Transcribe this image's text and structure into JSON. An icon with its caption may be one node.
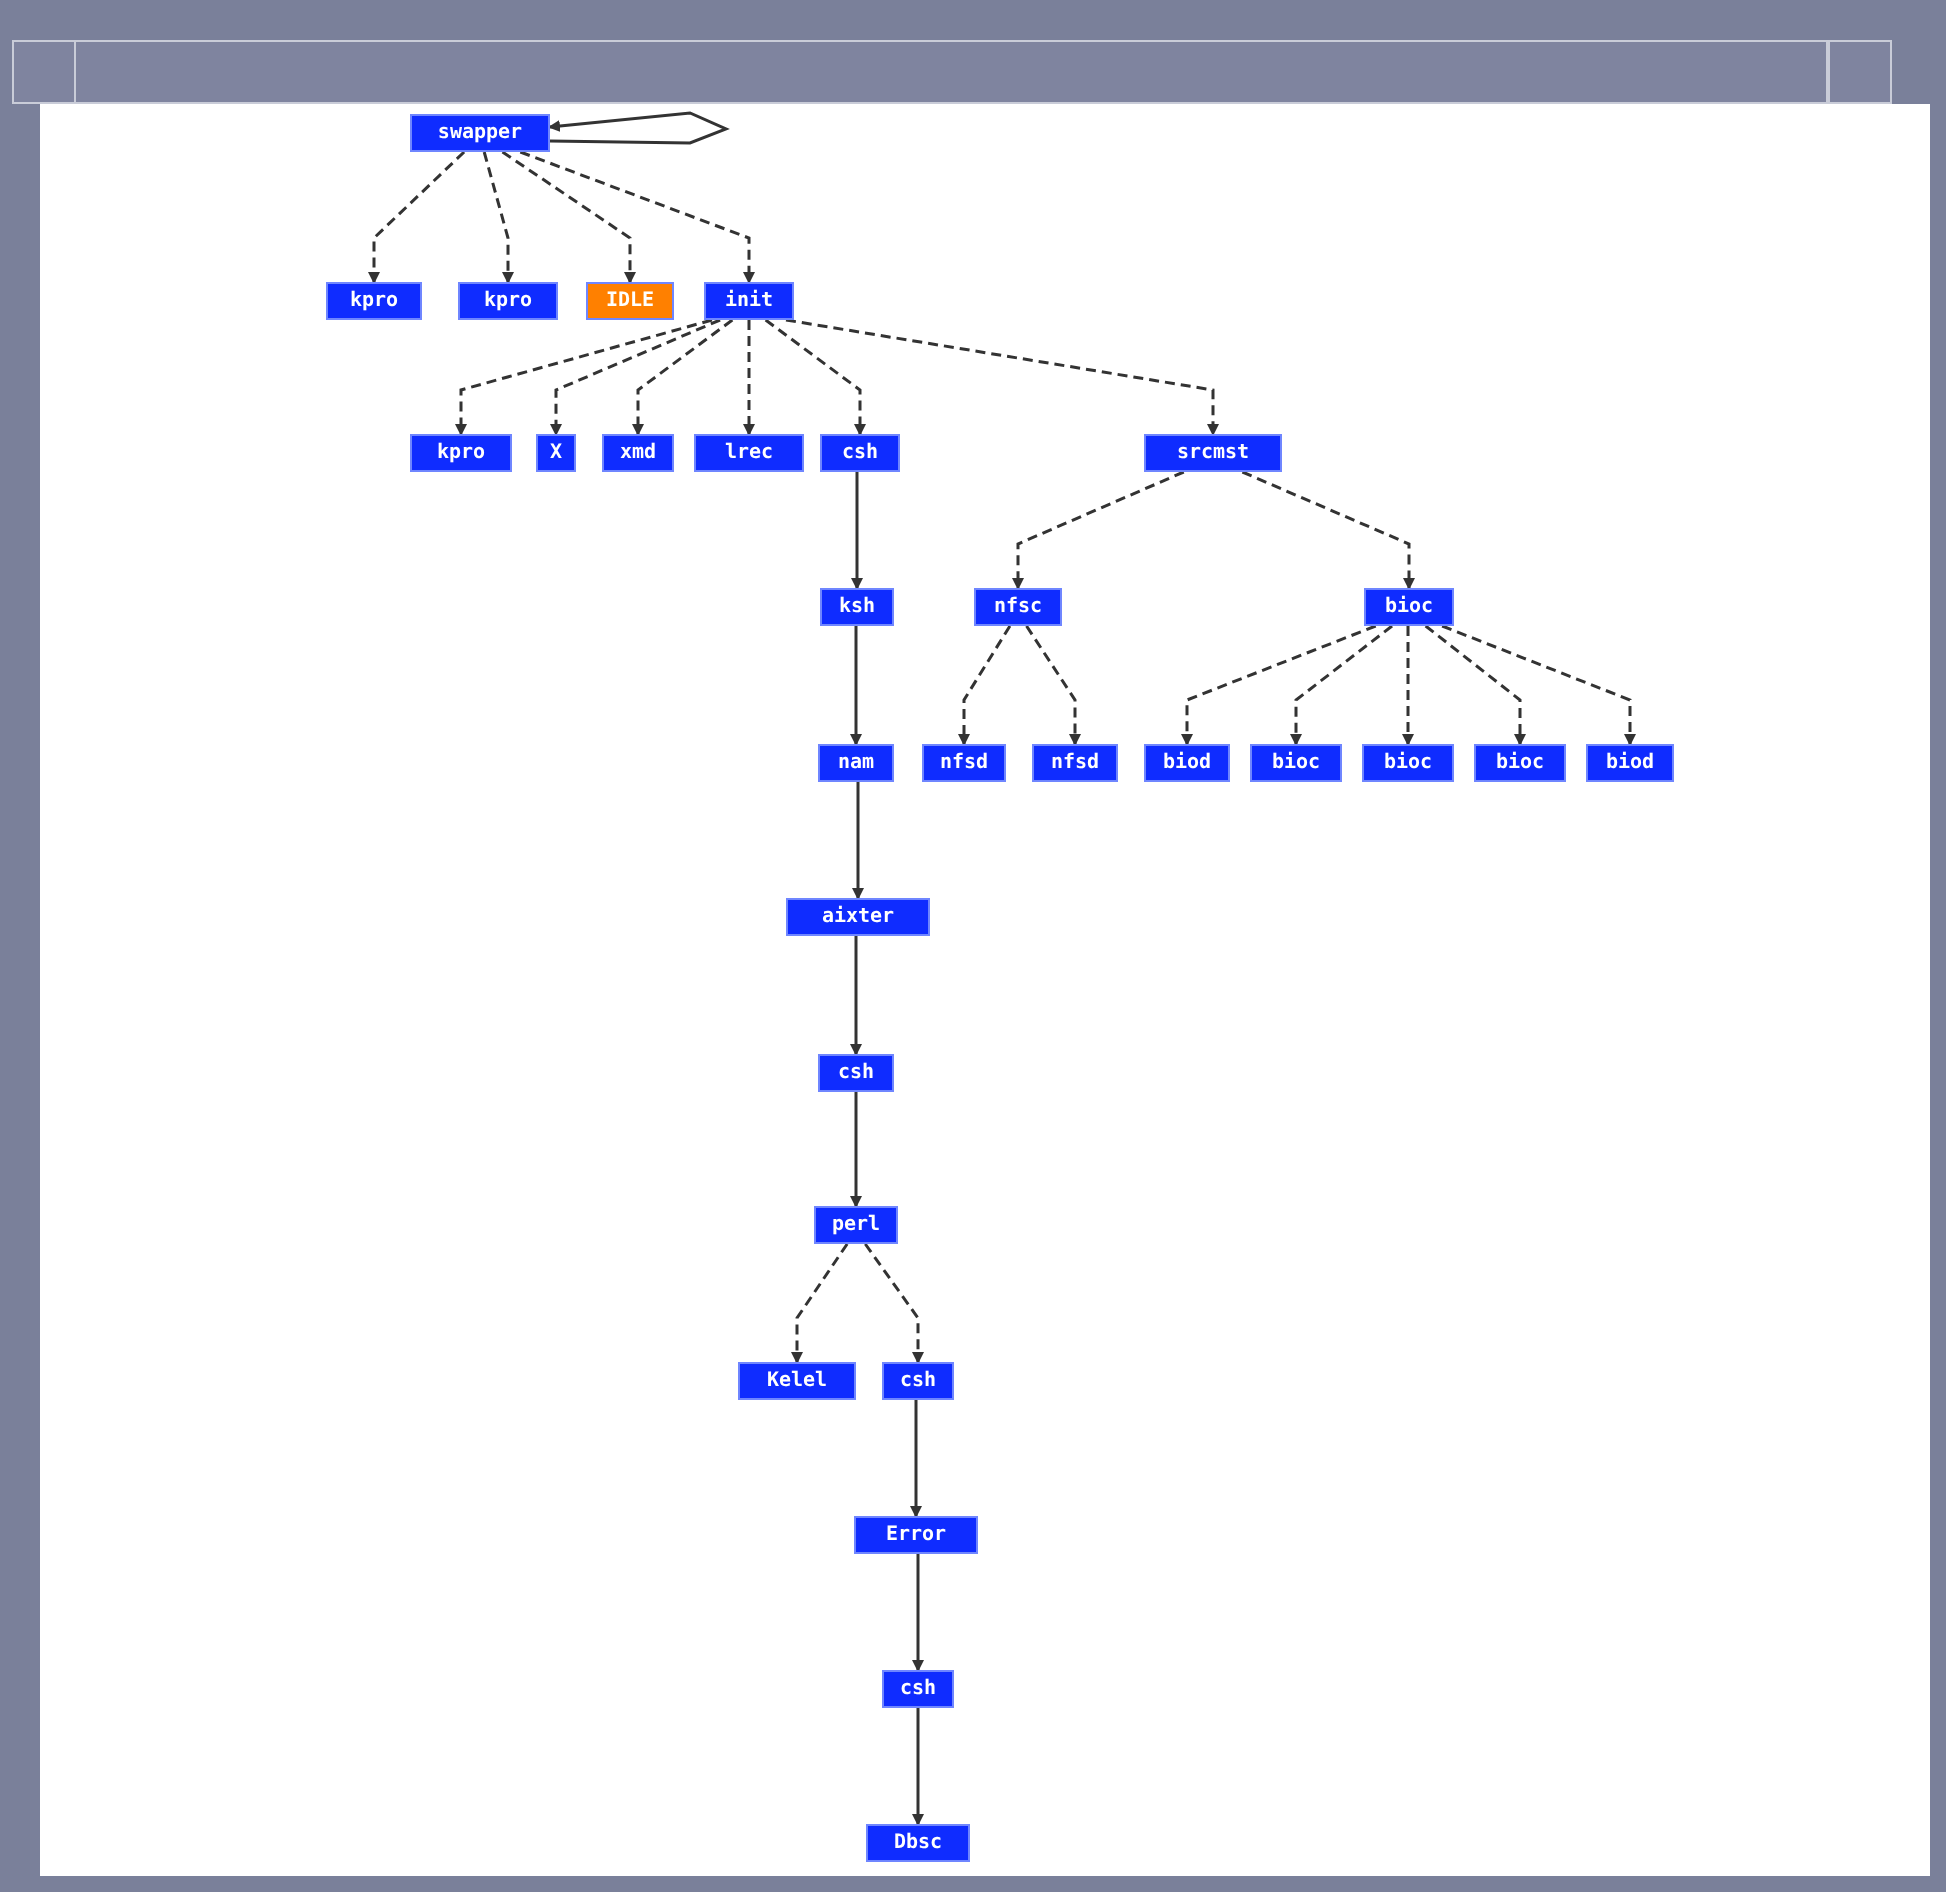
{
  "diagram": {
    "nodes": [
      {
        "text": [
          "swapper"
        ]
      },
      {
        "text": [
          "kpro"
        ]
      },
      {
        "text": [
          "kpro"
        ]
      },
      {
        "text": [
          "IDLE"
        ]
      },
      {
        "text": [
          "init"
        ]
      },
      {
        "text": [
          "kpro"
        ]
      },
      {
        "text": [
          "X"
        ]
      },
      {
        "text": [
          "xmd"
        ]
      },
      {
        "text": [
          "lrec"
        ]
      },
      {
        "text": [
          "csh"
        ]
      },
      {
        "text": [
          "srcmst"
        ]
      },
      {
        "text": [
          "ksh"
        ]
      },
      {
        "text": [
          "nfsc"
        ]
      },
      {
        "text": [
          "bioc"
        ]
      },
      {
        "text": [
          "nam"
        ]
      },
      {
        "text": [
          "nfsd"
        ]
      },
      {
        "text": [
          "nfsd"
        ]
      },
      {
        "text": [
          "biod"
        ]
      },
      {
        "text": [
          "bioc"
        ]
      },
      {
        "text": [
          "bioc"
        ]
      },
      {
        "text": [
          "bioc"
        ]
      },
      {
        "text": [
          "biod"
        ]
      },
      {
        "text": [
          "aixter"
        ]
      },
      {
        "text": [
          "csh"
        ]
      },
      {
        "text": [
          "perl"
        ]
      },
      {
        "text": [
          "Kelel"
        ]
      },
      {
        "text": [
          "csh"
        ]
      },
      {
        "text": [
          "Error"
        ]
      },
      {
        "text": [
          "csh"
        ]
      },
      {
        "text": [
          "Dbsc"
        ]
      }
    ],
    "edges": [
      {
        "from": 0,
        "to": 0,
        "arrow": "to"
      },
      {
        "from": 0,
        "to": 1,
        "arrow": "to",
        "style": "dashed"
      },
      {
        "from": 0,
        "to": 2,
        "arrow": "to",
        "style": "dashed"
      },
      {
        "from": 0,
        "to": 3,
        "arrow": "to",
        "style": "dashed"
      },
      {
        "from": 0,
        "to": 4,
        "arrow": "to",
        "style": "dashed"
      },
      {
        "from": 4,
        "to": 5,
        "arrow": "to",
        "style": "dashed"
      },
      {
        "from": 4,
        "to": 6,
        "arrow": "to",
        "style": "dashed"
      },
      {
        "from": 4,
        "to": 7,
        "arrow": "to",
        "style": "dashed"
      },
      {
        "from": 4,
        "to": 8,
        "arrow": "to",
        "style": "dashed"
      },
      {
        "from": 4,
        "to": 9,
        "arrow": "to",
        "style": "dashed"
      },
      {
        "from": 4,
        "to": 10,
        "arrow": "to",
        "style": "dashed"
      },
      {
        "from": 9,
        "to": 11,
        "arrow": "to"
      },
      {
        "from": 10,
        "to": 12,
        "arrow": "to",
        "style": "dashed"
      },
      {
        "from": 10,
        "to": 13,
        "arrow": "to",
        "style": "dashed"
      },
      {
        "from": 11,
        "to": 14,
        "arrow": "to"
      },
      {
        "from": 12,
        "to": 15,
        "arrow": "to",
        "style": "dashed"
      },
      {
        "from": 12,
        "to": 16,
        "arrow": "to",
        "style": "dashed"
      },
      {
        "from": 13,
        "to": 17,
        "arrow": "to",
        "style": "dashed"
      },
      {
        "from": 13,
        "to": 18,
        "arrow": "to",
        "style": "dashed"
      },
      {
        "from": 13,
        "to": 19,
        "arrow": "to",
        "style": "dashed"
      },
      {
        "from": 13,
        "to": 20,
        "arrow": "to",
        "style": "dashed"
      },
      {
        "from": 13,
        "to": 21,
        "arrow": "to",
        "style": "dashed"
      },
      {
        "from": 14,
        "to": 22,
        "arrow": "to"
      },
      {
        "from": 22,
        "to": 23,
        "arrow": "to"
      },
      {
        "from": 23,
        "to": 24,
        "arrow": "to"
      },
      {
        "from": 24,
        "to": 25,
        "arrow": "to",
        "style": "dashed"
      },
      {
        "from": 24,
        "to": 26,
        "arrow": "to",
        "style": "dashed"
      },
      {
        "from": 26,
        "to": 27,
        "arrow": "to"
      },
      {
        "from": 27,
        "to": 28,
        "arrow": "to"
      },
      {
        "from": 28,
        "to": 29,
        "arrow": "to"
      }
    ]
  }
}
